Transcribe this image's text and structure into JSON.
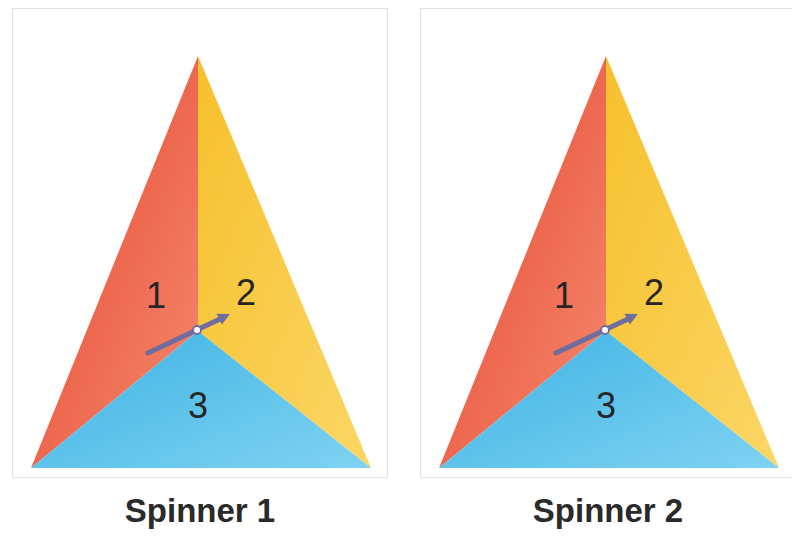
{
  "diagram": {
    "nodes": [
      {
        "text": [
          "Spinner 1"
        ]
      },
      {
        "text": [
          "1"
        ],
        "in": 0
      },
      {
        "text": [
          "2"
        ],
        "in": 0
      },
      {
        "text": [
          "3"
        ],
        "in": 0
      },
      {
        "text": [
          "Spinner 2"
        ]
      },
      {
        "text": [
          "1"
        ],
        "in": 4
      },
      {
        "text": [
          "2"
        ],
        "in": 4
      },
      {
        "text": [
          "3"
        ],
        "in": 4
      }
    ]
  }
}
